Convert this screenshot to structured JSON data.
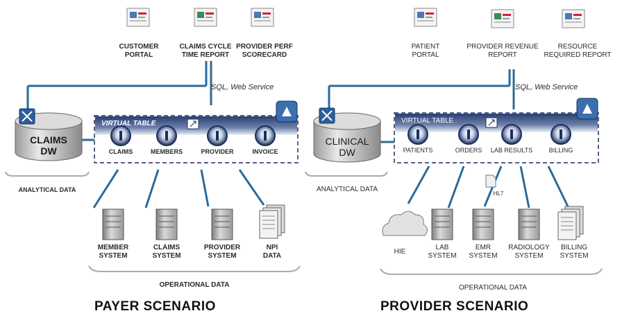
{
  "payer": {
    "reports": [
      {
        "label": "CUSTOMER\nPORTAL",
        "icon": "report-icon"
      },
      {
        "label": "CLAIMS CYCLE\nTIME REPORT",
        "icon": "report-icon"
      },
      {
        "label": "PROVIDER PERF\nSCORECARD",
        "icon": "report-icon"
      }
    ],
    "protocol": "SQL, Web Service",
    "warehouse": "CLAIMS\nDW",
    "virtual_table": "VIRTUAL TABLE",
    "entities": [
      "CLAIMS",
      "MEMBERS",
      "PROVIDER",
      "INVOICE"
    ],
    "analytical": "ANALYTICAL DATA",
    "sources": [
      "MEMBER\nSYSTEM",
      "CLAIMS\nSYSTEM",
      "PROVIDER\nSYSTEM",
      "NPI\nDATA"
    ],
    "operational": "OPERATIONAL DATA",
    "scenario": "PAYER SCENARIO"
  },
  "provider": {
    "reports": [
      {
        "label": "PATIENT\nPORTAL",
        "icon": "report-icon"
      },
      {
        "label": "PROVIDER REVENUE\nREPORT",
        "icon": "report-icon"
      },
      {
        "label": "RESOURCE\nREQUIRED REPORT",
        "icon": "report-icon"
      }
    ],
    "protocol": "SQL, Web Service",
    "warehouse": "CLINICAL\nDW",
    "virtual_table": "VIRTUAL TABLE",
    "entities": [
      "PATIENTS",
      "ORDERS",
      "LAB RESULTS",
      "BILLING"
    ],
    "analytical": "ANALYTICAL DATA",
    "hl7": "HL7",
    "sources": [
      "HIE",
      "LAB\nSYSTEM",
      "EMR\nSYSTEM",
      "RADIOLOGY\nSYSTEM",
      "BILLING\nSYSTEM"
    ],
    "operational": "OPERATIONAL DATA",
    "scenario": "PROVIDER SCENARIO"
  },
  "colors": {
    "line": "#2b6a9a",
    "navy": "#1c2e5c",
    "band": "#3a5488"
  }
}
